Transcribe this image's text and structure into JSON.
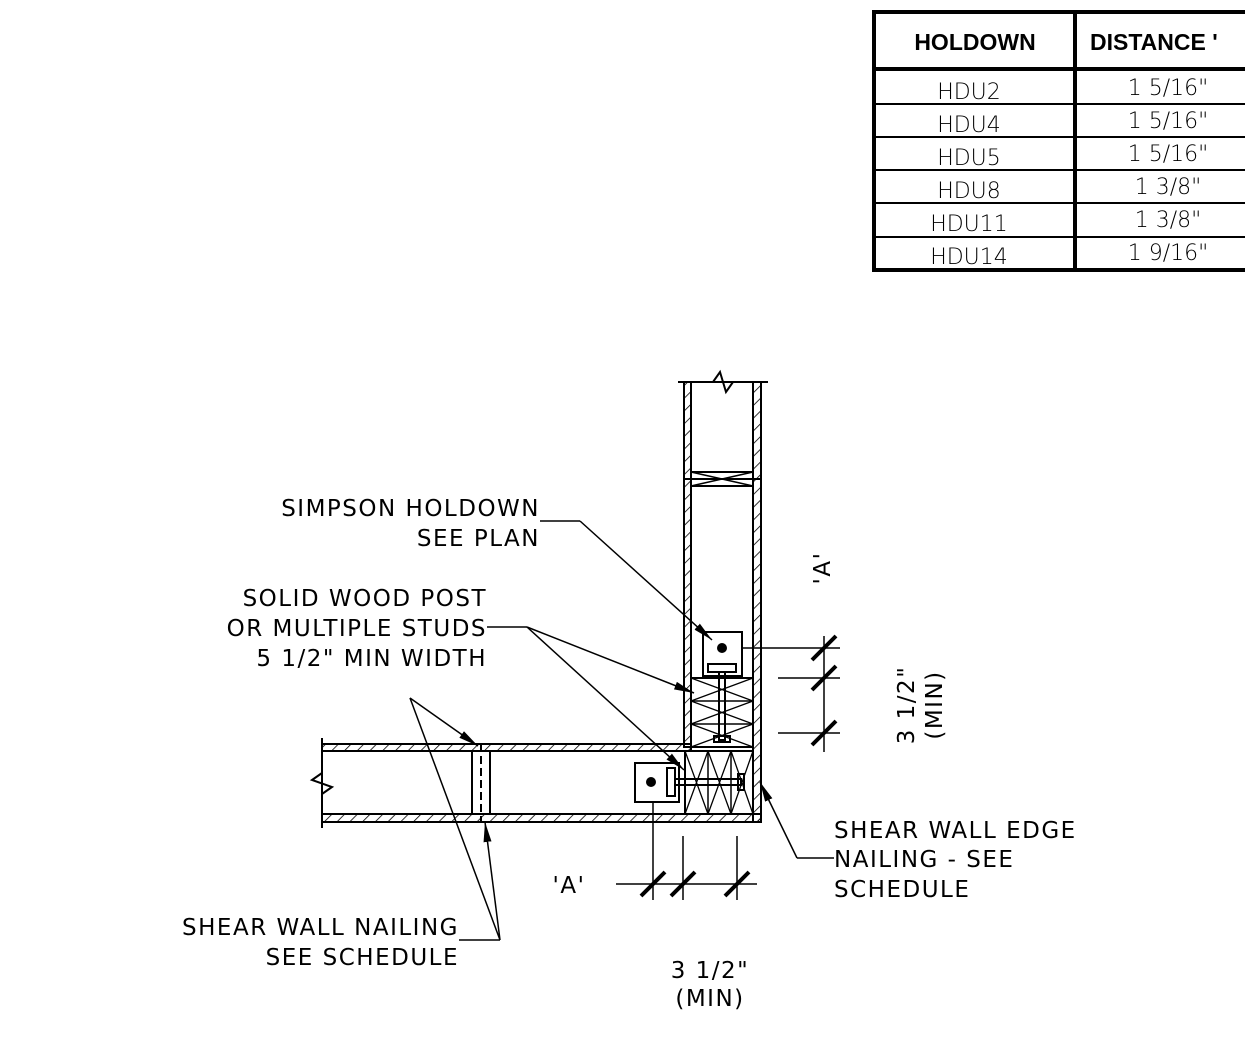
{
  "table": {
    "headers": [
      "HOLDOWN",
      "DISTANCE '"
    ],
    "rows": [
      {
        "holdown": "HDU2",
        "distance": "1 5/16\""
      },
      {
        "holdown": "HDU4",
        "distance": "1 5/16\""
      },
      {
        "holdown": "HDU5",
        "distance": "1 5/16\""
      },
      {
        "holdown": "HDU8",
        "distance": "1 3/8\""
      },
      {
        "holdown": "HDU11",
        "distance": "1 3/8\""
      },
      {
        "holdown": "HDU14",
        "distance": "1 9/16\""
      }
    ]
  },
  "labels": {
    "simpson_line1": "SIMPSON HOLDOWN",
    "simpson_line2": "SEE PLAN",
    "post_line1": "SOLID WOOD POST",
    "post_line2": "OR MULTIPLE STUDS",
    "post_line3": "5 1/2\" MIN WIDTH",
    "edge_line1": "SHEAR WALL EDGE",
    "edge_line2": "NAILING - SEE",
    "edge_line3": "SCHEDULE",
    "nailing_line1": "SHEAR WALL NAILING",
    "nailing_line2": "SEE SCHEDULE",
    "dim_a_vertical": "'A'",
    "dim_a_horizontal": "'A'",
    "dim_vertical_line1": "3 1/2\"",
    "dim_vertical_line2": "(MIN)",
    "dim_horizontal_line1": "3 1/2\"",
    "dim_horizontal_line2": "(MIN)"
  }
}
